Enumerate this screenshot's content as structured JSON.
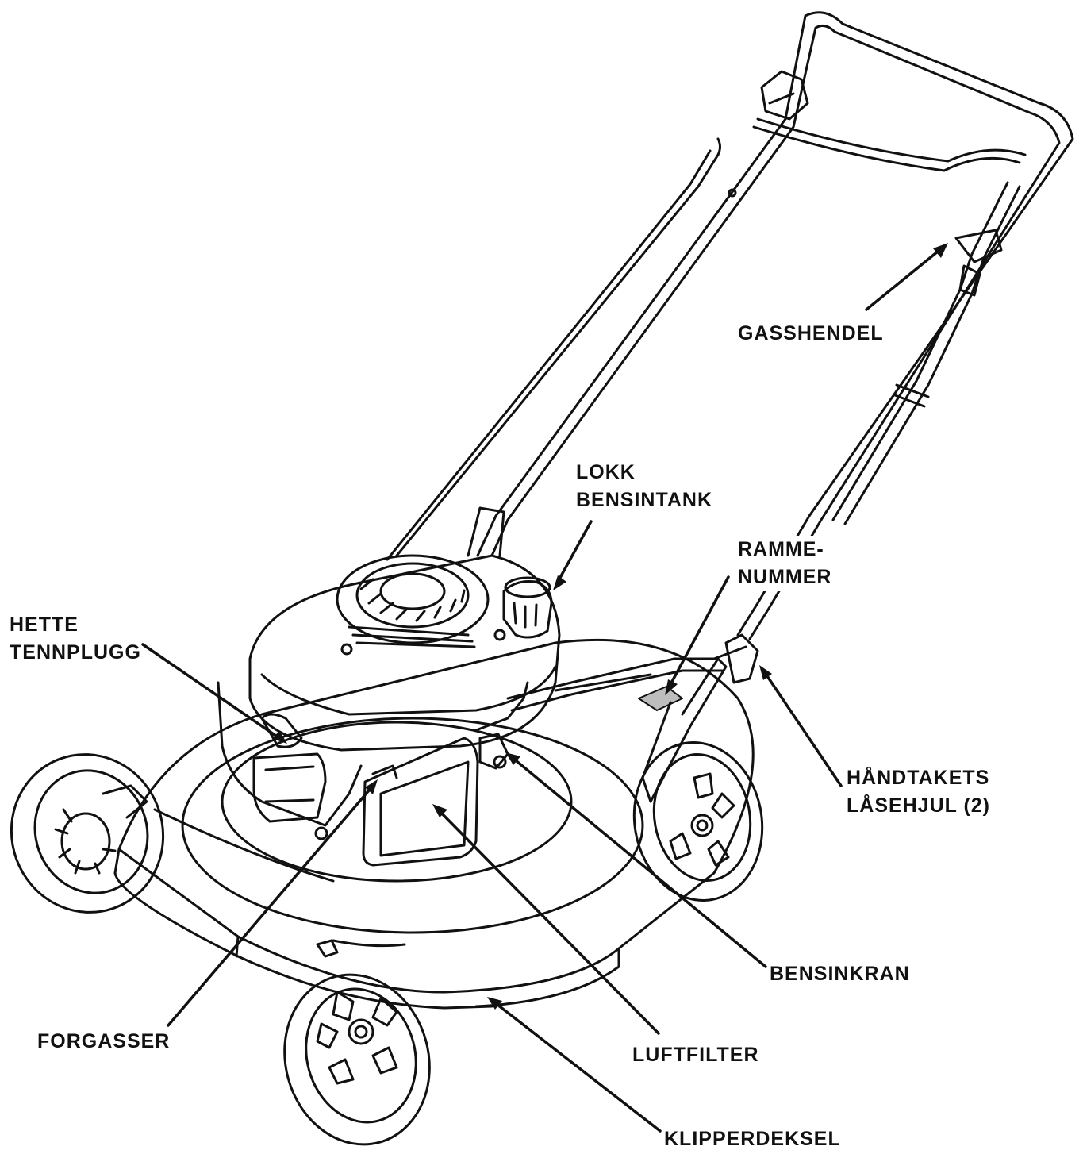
{
  "labels": {
    "gasshendel": [
      "GASSHENDEL"
    ],
    "lokk_bensintank": [
      "LOKK",
      "BENSINTANK"
    ],
    "rammenummer": [
      "RAMME-",
      "NUMMER"
    ],
    "hette_tennplugg": [
      "HETTE",
      "TENNPLUGG"
    ],
    "handtakets_lasehjul": [
      "HÅNDTAKETS",
      "LÅSEHJUL (2)"
    ],
    "bensinkran": [
      "BENSINKRAN"
    ],
    "forgasser": [
      "FORGASSER"
    ],
    "luftfilter": [
      "LUFTFILTER"
    ],
    "klipperdeksel": [
      "KLIPPERDEKSEL"
    ]
  },
  "colors": {
    "ink": "#111111",
    "background": "#ffffff",
    "frame_plate_fill": "#bdbdbd"
  },
  "illustration": {
    "subject": "lawn-mower",
    "style": "black line drawing"
  }
}
